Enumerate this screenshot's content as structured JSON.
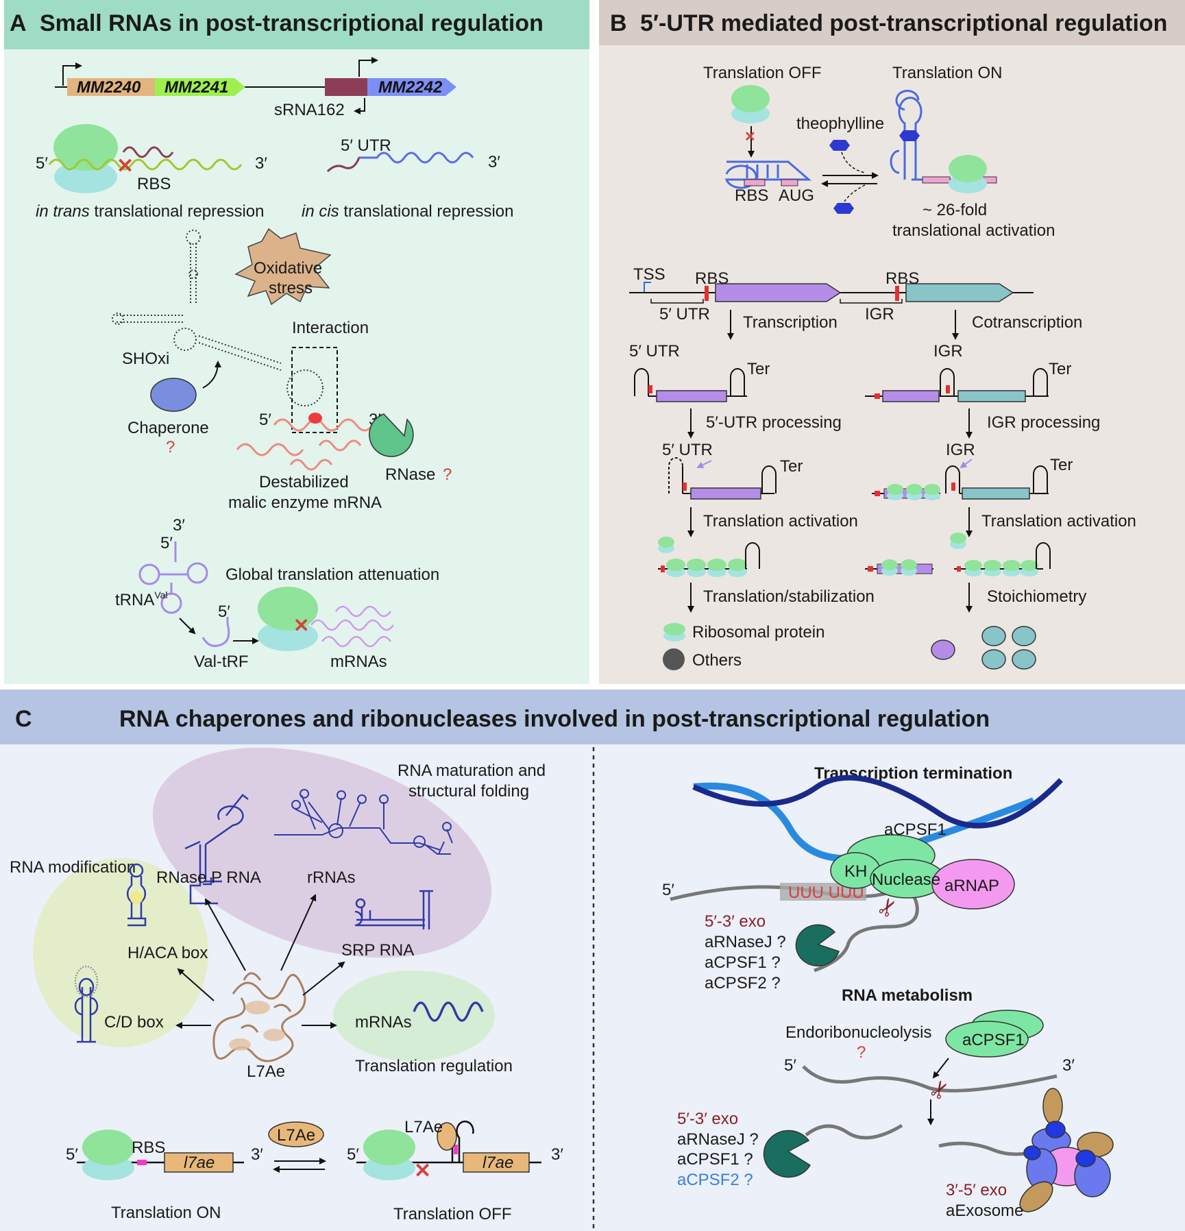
{
  "colors": {
    "panelA_bg": "#e3f4ed",
    "panelA_header": "#9fdcc4",
    "panelB_bg": "#ece6e2",
    "panelB_header": "#d8ccc6",
    "panelC_header": "#b4c4e2",
    "panelC_bg": "#ecf0f8",
    "ribosome_top": "#8fe39a",
    "ribosome_bottom": "#a4e3df",
    "purple_gene": "#b58de8",
    "teal_gene": "#88c4c8",
    "rna_blue": "#3a46c8",
    "question_red": "#d9403a"
  },
  "panelA": {
    "letter": "A",
    "title": "Small RNAs  in post-transcriptional regulation",
    "genes": [
      "MM2240",
      "MM2241",
      "MM2242"
    ],
    "srna": "sRNA162",
    "five_prime": "5′",
    "three_prime": "3′",
    "rbs": "RBS",
    "utr": "5′ UTR",
    "trans_italic": "in trans",
    "trans_rest": " translational repression",
    "cis_italic": "in cis",
    "cis_rest": " translational repression",
    "oxidative1": "Oxidative",
    "oxidative2": "stress",
    "interaction": "Interaction",
    "shoxi": "SHOxi",
    "chaperone": "Chaperone",
    "question": "?",
    "rnase": "RNase",
    "destabilized1": "Destabilized",
    "destabilized2": "malic enzyme mRNA",
    "trna": "tRNA",
    "trna_sup": "Val",
    "global": "Global translation attenuation",
    "valtrf": "Val-tRF",
    "mrnas": "mRNAs"
  },
  "panelB": {
    "letter": "B",
    "title": "5′-UTR mediated post-transcriptional regulation",
    "trans_off": "Translation OFF",
    "trans_on": "Translation ON",
    "theophylline": "theophylline",
    "rbs": "RBS",
    "aug": "AUG",
    "fold1": "~ 26-fold",
    "fold2": "translational activation",
    "tss": "TSS",
    "utr": "5′ UTR",
    "igr": "IGR",
    "ter": "Ter",
    "transcription": "Transcription",
    "cotranscription": "Cotranscription",
    "utr_processing": "5′-UTR processing",
    "igr_processing": "IGR processing",
    "activation": "Translation activation",
    "stabilization": "Translation/stabilization",
    "stoichiometry": "Stoichiometry",
    "ribosomal": "Ribosomal protein",
    "others": "Others"
  },
  "panelC": {
    "letter": "C",
    "title": "RNA chaperones and ribonucleases involved in post-transcriptional regulation",
    "maturation1": "RNA maturation and",
    "maturation2": "structural folding",
    "modification": "RNA modification",
    "rnasep": "RNase P RNA",
    "rrnas": "rRNAs",
    "haca": "H/ACA box",
    "srp": "SRP RNA",
    "cd": "C/D box",
    "mrnas": "mRNAs",
    "l7ae": "L7Ae",
    "translation_regulation": "Translation regulation",
    "rbs": "RBS",
    "gene": "l7ae",
    "five_prime": "5′",
    "three_prime": "3′",
    "translation_on": "Translation ON",
    "translation_off": "Translation OFF",
    "termination": "Transcription termination",
    "acpsf1": "aCPSF1",
    "kh": "KH",
    "nuclease": "Nuclease",
    "arnap": "aRNAP",
    "uuu": "UUU  UUU",
    "exo53": "5′-3′ exo",
    "arnasej": "aRNaseJ ?",
    "acpsf1q": "aCPSF1 ?",
    "acpsf2q": "aCPSF2 ?",
    "metabolism": "RNA metabolism",
    "endo": "Endoribonucleolysis",
    "question": "?",
    "exo35": "3′-5′ exo",
    "aexosome": "aExosome"
  }
}
